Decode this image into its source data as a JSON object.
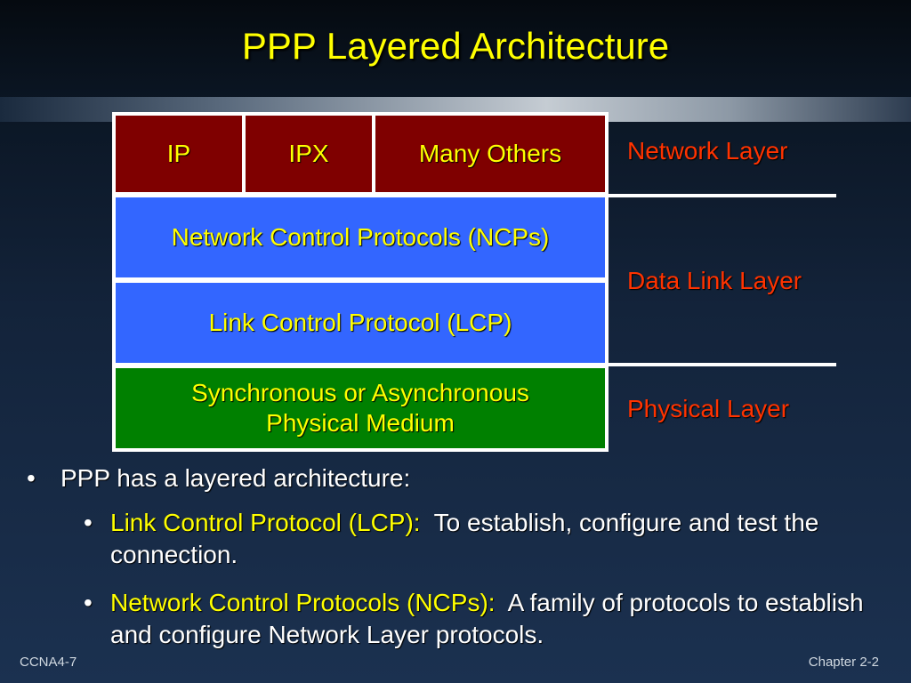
{
  "title": "PPP Layered Architecture",
  "stack": {
    "ip": "IP",
    "ipx": "IPX",
    "many_others": "Many Others",
    "ncp": "Network Control Protocols (NCPs)",
    "lcp": "Link Control Protocol (LCP)",
    "physical_line1": "Synchronous or Asynchronous",
    "physical_line2": "Physical Medium"
  },
  "layers": {
    "network": "Network Layer",
    "data_link": "Data Link Layer",
    "physical": "Physical Layer"
  },
  "bullets": {
    "main": "PPP has a layered architecture:",
    "lcp_term": "Link Control Protocol (LCP):",
    "lcp_desc": "To establish, configure and test the connection.",
    "ncp_term": "Network Control Protocols (NCPs):",
    "ncp_desc": "A family of protocols to establish and configure Network Layer protocols."
  },
  "footer": {
    "left": "CCNA4-7",
    "right": "Chapter 2-2"
  },
  "colors": {
    "title": "#ffff00",
    "network_cells": "#7f0000",
    "control_cells": "#3366ff",
    "physical_cell": "#008000",
    "layer_labels": "#ff3300"
  }
}
